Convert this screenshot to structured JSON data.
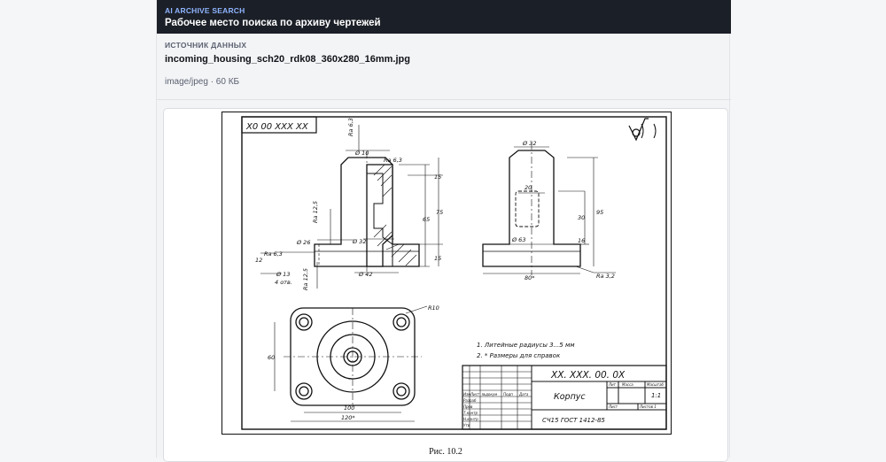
{
  "header": {
    "kicker": "AI ARCHIVE SEARCH",
    "title": "Рабочее место поиска по архиву чертежей"
  },
  "source": {
    "label": "ИСТОЧНИК ДАННЫХ",
    "filename": "incoming_housing_sch20_rdk08_360x280_16mm.jpg",
    "meta": "image/jpeg · 60 КБ"
  },
  "drawing": {
    "designation_box": "X0 00 XXX XX",
    "designation": "XX. XXX. 00. 0X",
    "part_name": "Корпус",
    "material": "СЧ15 ГОСТ 1412-85",
    "scale": "1:1",
    "notes": [
      "1. Литейные радиусы 3...5 мм",
      "2. * Размеры для справок"
    ],
    "dims": {
      "ra63_top": "Ra 6,3",
      "ra63_left": "Ra 6,3",
      "ra125_a": "Ra 12,5",
      "ra125_b": "Ra 12,5",
      "ra32": "Ra 3,2",
      "d10": "Ø 10",
      "d26": "Ø 26",
      "d32": "Ø 32",
      "d42": "Ø 42",
      "d13": "Ø 13",
      "holes": "4 отв.",
      "v15a": "15",
      "v65": "65",
      "v75": "75",
      "v15b": "15",
      "v12": "12",
      "r_d32": "Ø 32",
      "r_20": "20",
      "r_d63": "Ø 63",
      "r_80": "80*",
      "r_30": "30",
      "r_16": "16",
      "r_95": "95",
      "b_60": "60",
      "b_100": "100",
      "b_120": "120*",
      "b_r10": "R10"
    },
    "title_block": {
      "izm": "Изм",
      "list": "Лист",
      "ndok": "№докум",
      "podp": "Подп",
      "data": "Дата",
      "razrab": "Разраб",
      "prov": "Пров",
      "tkontr": "Т.контр",
      "nkontr": "Н.контр",
      "utv": "Утв",
      "lit": "Лит",
      "massa": "Масса",
      "masshtab": "Масштаб",
      "list_n": "Лист",
      "listov": "Листов 1"
    }
  },
  "caption": "Рис. 10.2"
}
